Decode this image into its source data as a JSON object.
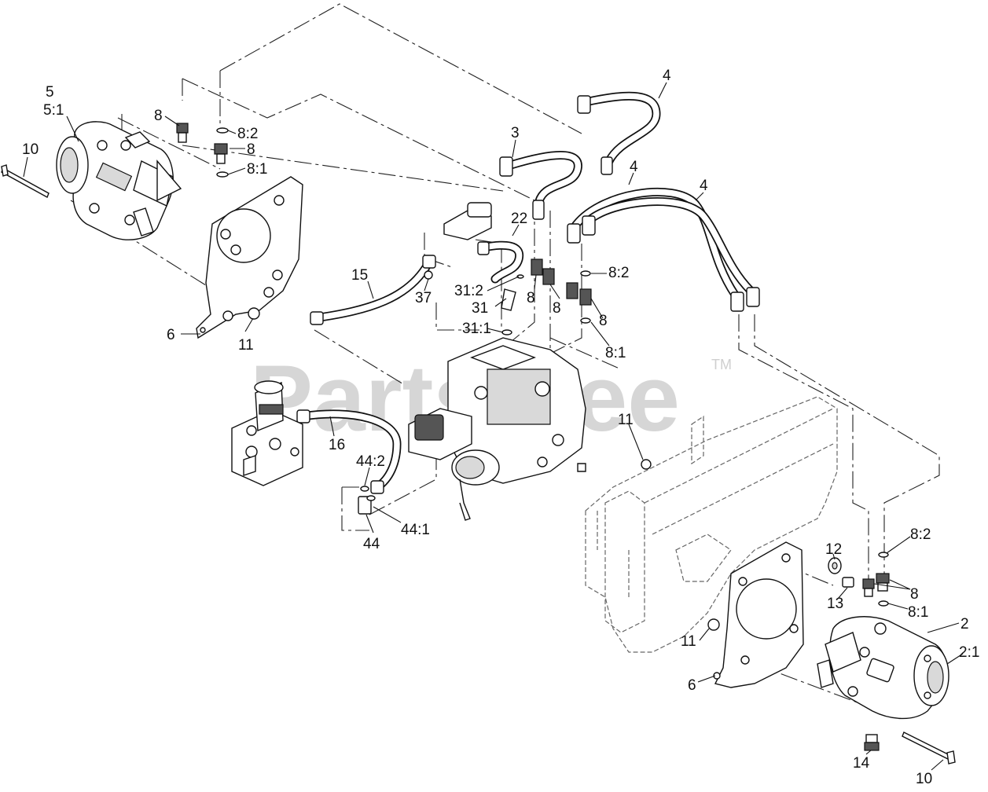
{
  "watermark": {
    "text": "PartsTree",
    "trademark": "TM"
  },
  "callouts": [
    {
      "id": "5",
      "text": "5"
    },
    {
      "id": "5_1",
      "text": "5:1"
    },
    {
      "id": "10a",
      "text": "10"
    },
    {
      "id": "8a",
      "text": "8"
    },
    {
      "id": "8_2a",
      "text": "8:2"
    },
    {
      "id": "8b",
      "text": "8"
    },
    {
      "id": "8_1a",
      "text": "8:1"
    },
    {
      "id": "3",
      "text": "3"
    },
    {
      "id": "4a",
      "text": "4"
    },
    {
      "id": "4b",
      "text": "4"
    },
    {
      "id": "4c",
      "text": "4"
    },
    {
      "id": "22",
      "text": "22"
    },
    {
      "id": "15",
      "text": "15"
    },
    {
      "id": "37",
      "text": "37"
    },
    {
      "id": "31_2",
      "text": "31:2"
    },
    {
      "id": "31",
      "text": "31"
    },
    {
      "id": "8c",
      "text": "8"
    },
    {
      "id": "8d",
      "text": "8"
    },
    {
      "id": "8_2b",
      "text": "8:2"
    },
    {
      "id": "8e",
      "text": "8"
    },
    {
      "id": "8_1b",
      "text": "8:1"
    },
    {
      "id": "31_1",
      "text": "31:1"
    },
    {
      "id": "6a",
      "text": "6"
    },
    {
      "id": "11a",
      "text": "11"
    },
    {
      "id": "11b",
      "text": "11"
    },
    {
      "id": "16",
      "text": "16"
    },
    {
      "id": "44_2",
      "text": "44:2"
    },
    {
      "id": "44_1",
      "text": "44:1"
    },
    {
      "id": "44",
      "text": "44"
    },
    {
      "id": "12",
      "text": "12"
    },
    {
      "id": "8_2c",
      "text": "8:2"
    },
    {
      "id": "8f",
      "text": "8"
    },
    {
      "id": "13",
      "text": "13"
    },
    {
      "id": "8_1c",
      "text": "8:1"
    },
    {
      "id": "2",
      "text": "2"
    },
    {
      "id": "2_1",
      "text": "2:1"
    },
    {
      "id": "11c",
      "text": "11"
    },
    {
      "id": "6b",
      "text": "6"
    },
    {
      "id": "14",
      "text": "14"
    },
    {
      "id": "10b",
      "text": "10"
    }
  ]
}
